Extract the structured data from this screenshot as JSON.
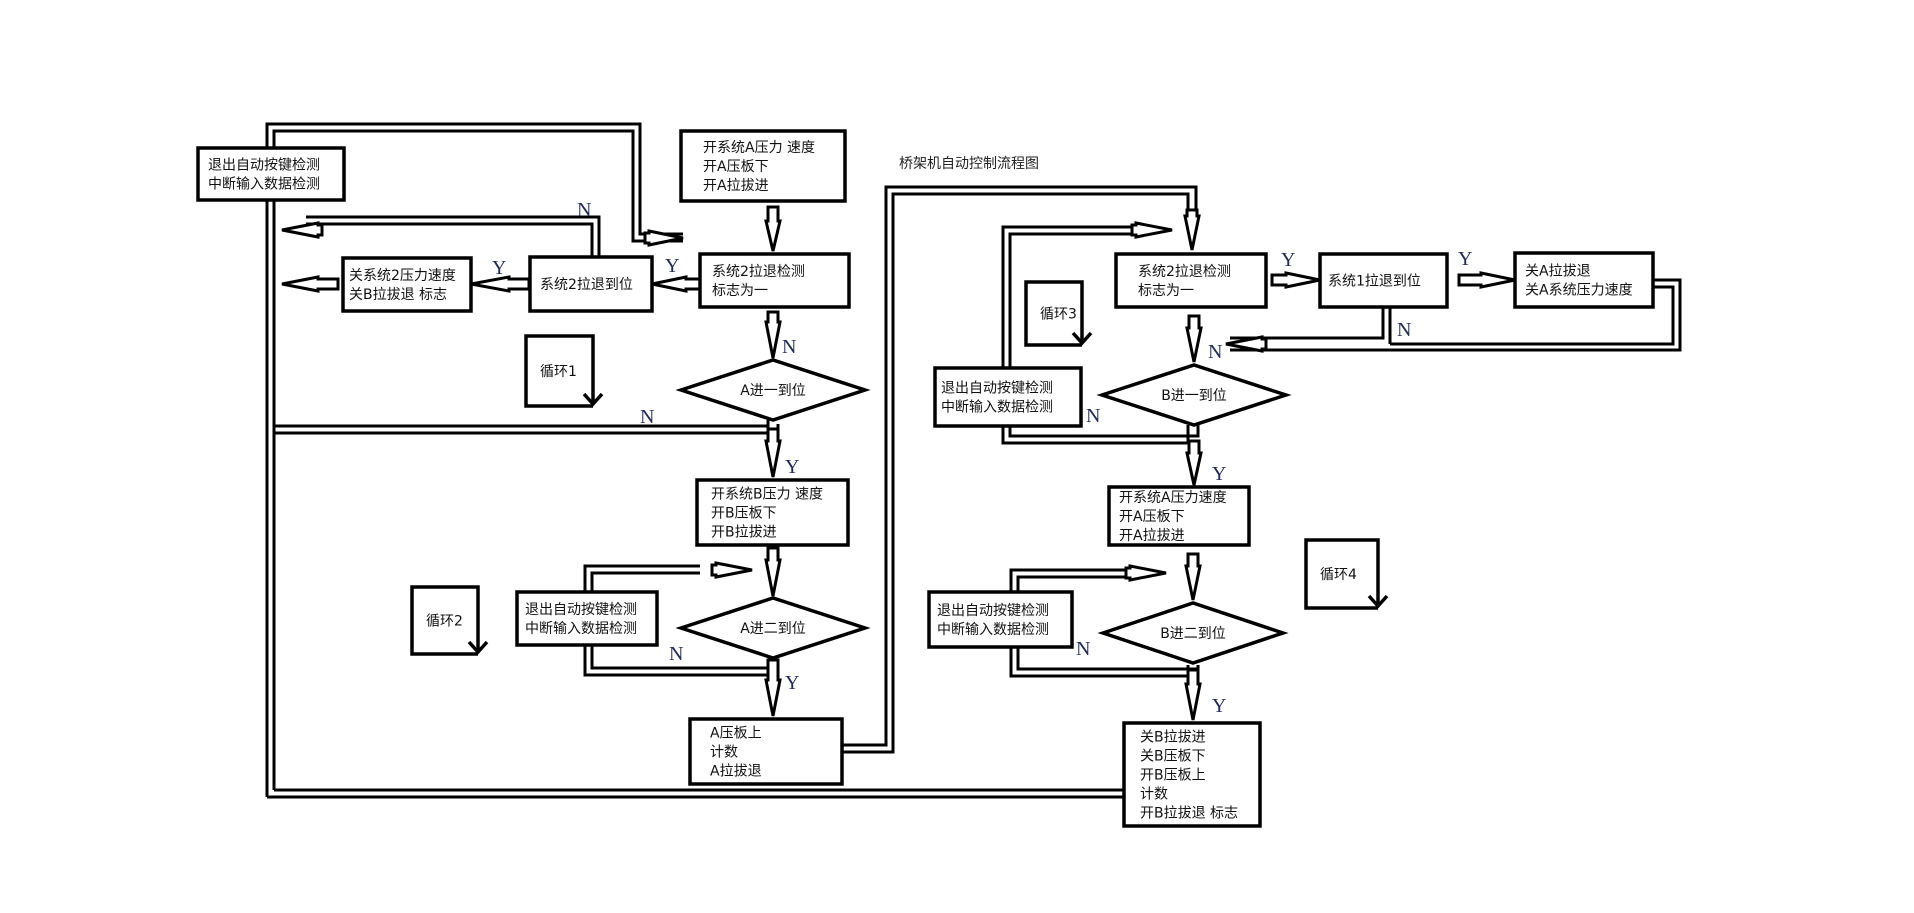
{
  "title": "桥架机自动控制流程图",
  "colors": {
    "line": "#000000",
    "label": "#1f2a5a",
    "background": "#ffffff"
  },
  "nodes": {
    "exit_left": {
      "lines": [
        "退出自动按键检测",
        "中断输入数据检测"
      ]
    },
    "start_a": {
      "lines": [
        "开系统A压力  速度",
        "开A压板下",
        "开A拉拔进"
      ]
    },
    "sys2_check_left": {
      "lines": [
        "系统2拉退检测",
        "标志为一"
      ]
    },
    "sys2_retract_left": {
      "lines": [
        "系统2拉退到位"
      ]
    },
    "close_sys2": {
      "lines": [
        "关系统2压力速度",
        "关B拉拔退 标志"
      ]
    },
    "loop1": {
      "lines": [
        "循环1"
      ]
    },
    "a_advance1": {
      "lines": [
        "A进一到位"
      ]
    },
    "start_b": {
      "lines": [
        "开系统B压力  速度",
        "开B压板下",
        "开B拉拔进"
      ]
    },
    "loop2": {
      "lines": [
        "循环2"
      ]
    },
    "exit_mid": {
      "lines": [
        "退出自动按键检测",
        "中断输入数据检测"
      ]
    },
    "a_advance2": {
      "lines": [
        "A进二到位"
      ]
    },
    "a_press_up": {
      "lines": [
        "A压板上",
        "计数",
        "A拉拔退"
      ]
    },
    "sys2_check_right": {
      "lines": [
        "系统2拉退检测",
        "标志为一"
      ]
    },
    "sys1_retract": {
      "lines": [
        "系统1拉退到位"
      ]
    },
    "close_a": {
      "lines": [
        "关A拉拔退",
        "关A系统压力速度"
      ]
    },
    "loop3": {
      "lines": [
        "循环3"
      ]
    },
    "exit_right1": {
      "lines": [
        "退出自动按键检测",
        "中断输入数据检测"
      ]
    },
    "b_advance1": {
      "lines": [
        "B进一到位"
      ]
    },
    "open_a": {
      "lines": [
        "开系统A压力速度",
        "开A压板下",
        "开A拉拔进"
      ]
    },
    "loop4": {
      "lines": [
        "循环4"
      ]
    },
    "exit_right2": {
      "lines": [
        "退出自动按键检测",
        "中断输入数据检测"
      ]
    },
    "b_advance2": {
      "lines": [
        "B进二到位"
      ]
    },
    "close_b": {
      "lines": [
        "关B拉拔进",
        "关B压板下",
        "开B压板上",
        "计数",
        "开B拉拔退 标志"
      ]
    }
  },
  "labels": {
    "y": "Y",
    "n": "N"
  }
}
